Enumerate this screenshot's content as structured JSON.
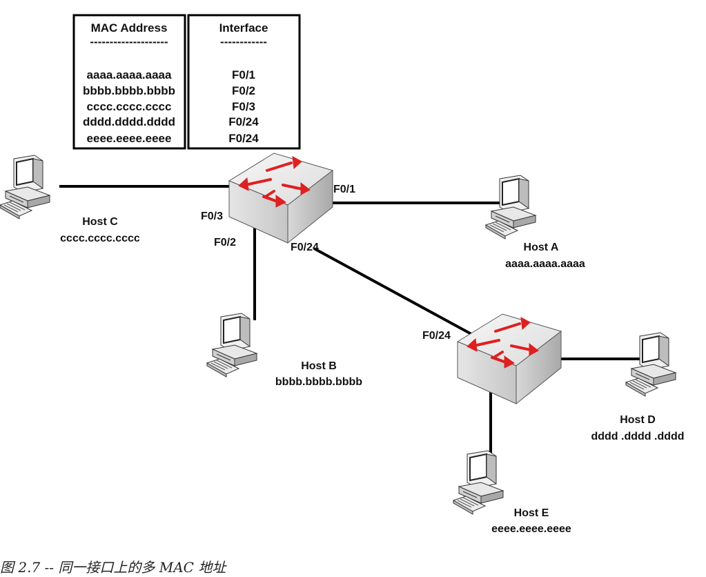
{
  "table": {
    "headers": [
      "MAC Address",
      "Interface"
    ],
    "separators": [
      "--------------------",
      "------------"
    ],
    "rows": [
      [
        "aaaa.aaaa.aaaa",
        "F0/1"
      ],
      [
        "bbbb.bbbb.bbbb",
        "F0/2"
      ],
      [
        "cccc.cccc.cccc",
        "F0/3"
      ],
      [
        "dddd.dddd.dddd",
        "F0/24"
      ],
      [
        "eeee.eeee.eeee",
        "F0/24"
      ]
    ]
  },
  "hosts": [
    {
      "id": "host-c",
      "name": "Host C",
      "mac": "cccc.cccc.cccc"
    },
    {
      "id": "host-a",
      "name": "Host A",
      "mac": "aaaa.aaaa.aaaa"
    },
    {
      "id": "host-b",
      "name": "Host B",
      "mac": "bbbb.bbbb.bbbb"
    },
    {
      "id": "host-d",
      "name": "Host D",
      "mac": "dddd .dddd .dddd"
    },
    {
      "id": "host-e",
      "name": "Host E",
      "mac": "eeee.eeee.eeee"
    }
  ],
  "ports": {
    "sw1_f01": "F0/1",
    "sw1_f03": "F0/3",
    "sw1_f02": "F0/2",
    "sw1_f024": "F0/24",
    "sw2_f024": "F0/24"
  },
  "caption": "图 2.7 -- 同一接口上的多 MAC 地址",
  "colors": {
    "arrow": "#e02020",
    "switch_top": "#eeeeee",
    "switch_side": "#c8c8c8",
    "line": "#000000"
  }
}
